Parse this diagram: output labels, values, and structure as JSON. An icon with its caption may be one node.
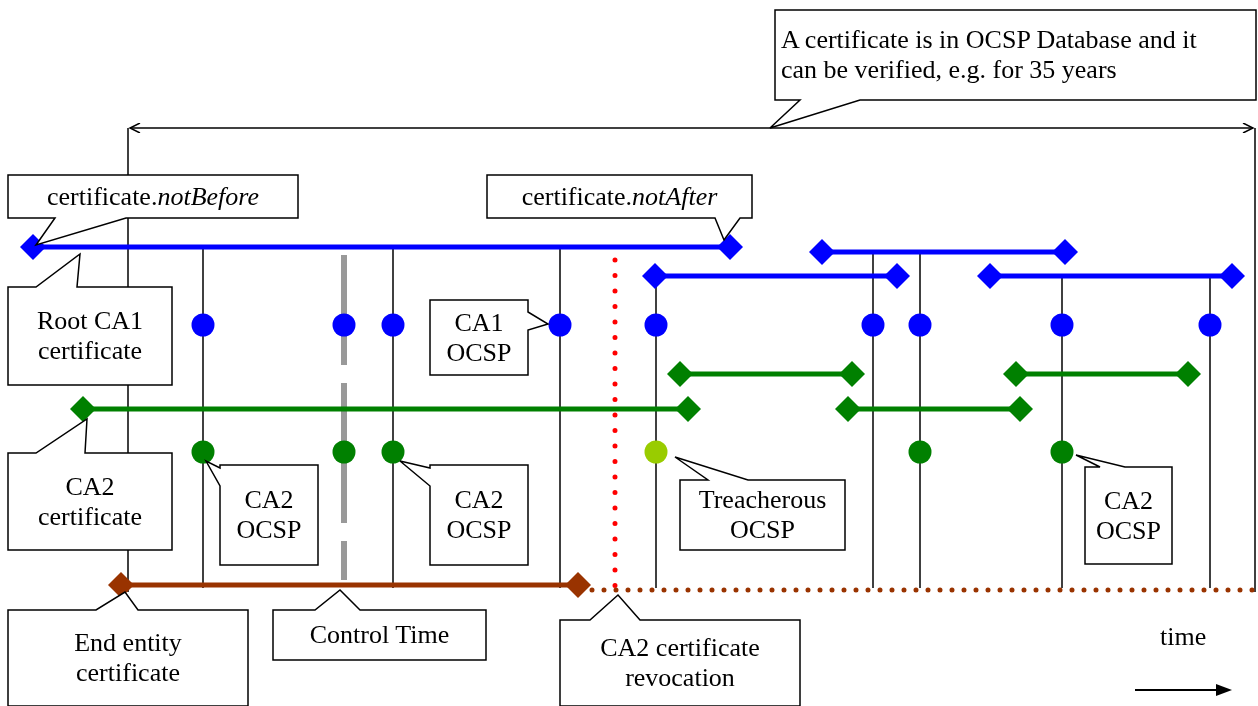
{
  "diagram": {
    "nodes": [
      {
        "text": [
          "A certificate is in OCSP Database and it can be verified, e.g. for 35 years"
        ]
      },
      {
        "text": [
          "certificate.*notBefore*"
        ]
      },
      {
        "text": [
          "certificate.*notAfter*"
        ]
      },
      {
        "text": [
          "Root CA1 certificate"
        ]
      },
      {
        "text": [
          "CA1 OCSP"
        ]
      },
      {
        "text": [
          "CA2 certificate"
        ]
      },
      {
        "text": [
          "CA2 OCSP"
        ]
      },
      {
        "text": [
          "CA2 OCSP"
        ]
      },
      {
        "text": [
          "Treacherous OCSP"
        ]
      },
      {
        "text": [
          "CA2 OCSP"
        ]
      },
      {
        "text": [
          "End entity certificate"
        ]
      },
      {
        "text": [
          "Control Time"
        ]
      },
      {
        "text": [
          "CA2 certificate revocation"
        ]
      }
    ],
    "labels": [
      "time"
    ]
  }
}
